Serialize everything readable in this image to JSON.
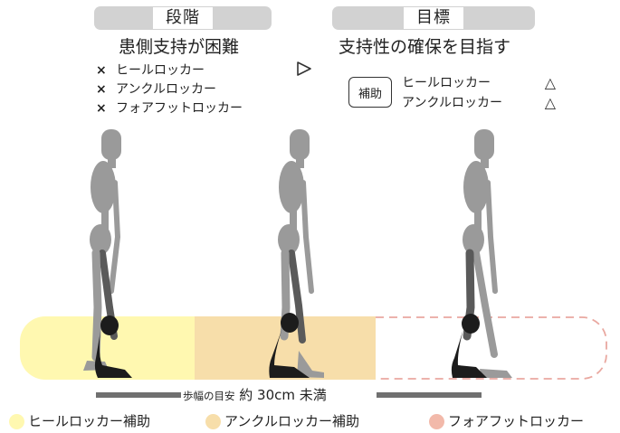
{
  "stage": {
    "pill_label": "段階",
    "heading": "患側支持が困難",
    "items": [
      {
        "mark": "×",
        "label": "ヒールロッカー"
      },
      {
        "mark": "×",
        "label": "アンクルロッカー"
      },
      {
        "mark": "×",
        "label": "フォアフットロッカー"
      }
    ]
  },
  "goal": {
    "pill_label": "目標",
    "heading": "支持性の確保を目指す",
    "assist_box": "補助",
    "items": [
      {
        "label": "ヒールロッカー",
        "mark": "△"
      },
      {
        "label": "アンクルロッカー",
        "mark": "△"
      }
    ]
  },
  "arrow_icon": "play-outline-icon",
  "step_guide": {
    "prefix": "歩幅の目安",
    "value": "約 30cm 未満"
  },
  "legend": [
    {
      "label": "ヒールロッカー補助",
      "color": "#fff8b0"
    },
    {
      "label": "アンクルロッカー補助",
      "color": "#f7deaa"
    },
    {
      "label": "フォアフットロッカー",
      "color": "#f2b9aa"
    }
  ],
  "colors": {
    "heel_zone": "#fff8b0",
    "ankle_zone": "#f7deaa",
    "forefoot_zone_border": "#e9a8a0",
    "figure": "#9a9a9a",
    "figure_dark": "#5a5a5a",
    "orthosis": "#1c1c1c",
    "pill": "#d2d2d2"
  }
}
